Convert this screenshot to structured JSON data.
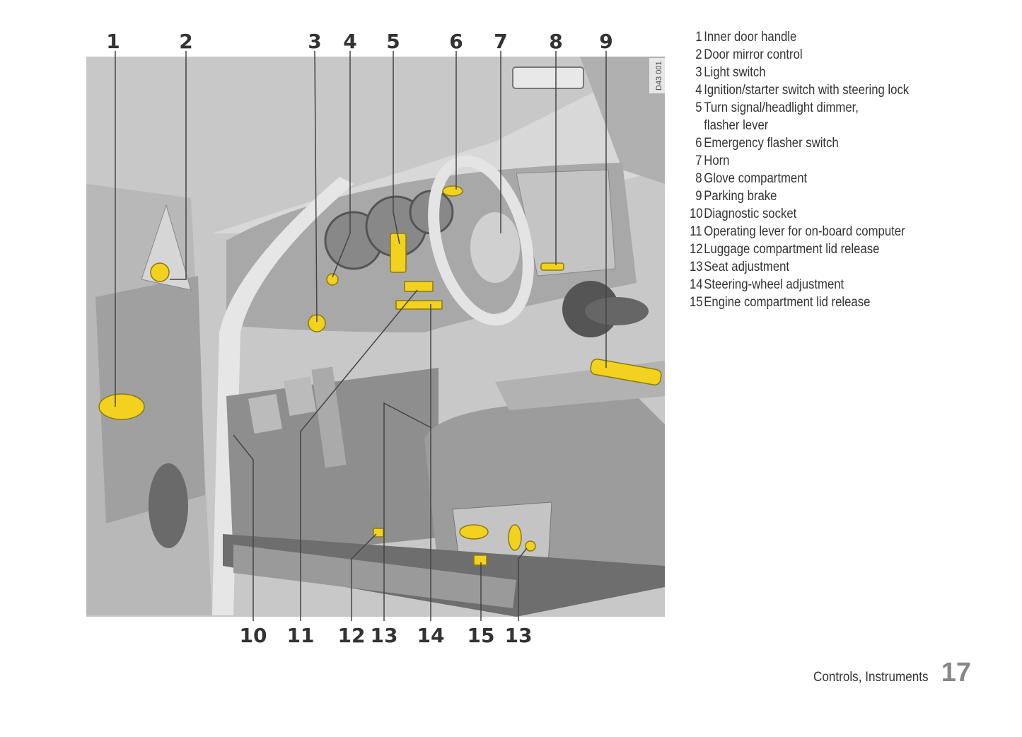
{
  "drawing_number": "D43 001",
  "callouts_top": [
    "1",
    "2",
    "3",
    "4",
    "5",
    "6",
    "7",
    "8",
    "9"
  ],
  "callouts_bottom": [
    "10",
    "11",
    "12",
    "13",
    "14",
    "15",
    "13"
  ],
  "legend": [
    {
      "num": "1",
      "text": "Inner door handle"
    },
    {
      "num": "2",
      "text": "Door mirror control"
    },
    {
      "num": "3",
      "text": "Light switch"
    },
    {
      "num": "4",
      "text": "Ignition/starter switch with steering lock"
    },
    {
      "num": "5",
      "text": "Turn signal/headlight dimmer,\nflasher lever"
    },
    {
      "num": "6",
      "text": "Emergency flasher switch"
    },
    {
      "num": "7",
      "text": "Horn"
    },
    {
      "num": "8",
      "text": "Glove compartment"
    },
    {
      "num": "9",
      "text": "Parking brake"
    },
    {
      "num": "10",
      "text": "Diagnostic socket"
    },
    {
      "num": "11",
      "text": "Operating lever for on-board computer"
    },
    {
      "num": "12",
      "text": "Luggage compartment lid release"
    },
    {
      "num": "13",
      "text": "Seat adjustment"
    },
    {
      "num": "14",
      "text": "Steering-wheel adjustment"
    },
    {
      "num": "15",
      "text": "Engine compartment lid release"
    }
  ],
  "footer": {
    "section": "Controls, Instruments",
    "page": "17"
  },
  "colors": {
    "highlight": "#f2d21e",
    "gray_dark": "#8a8a8a",
    "gray_mid": "#b5b5b5",
    "gray_light": "#dcdcdc"
  }
}
